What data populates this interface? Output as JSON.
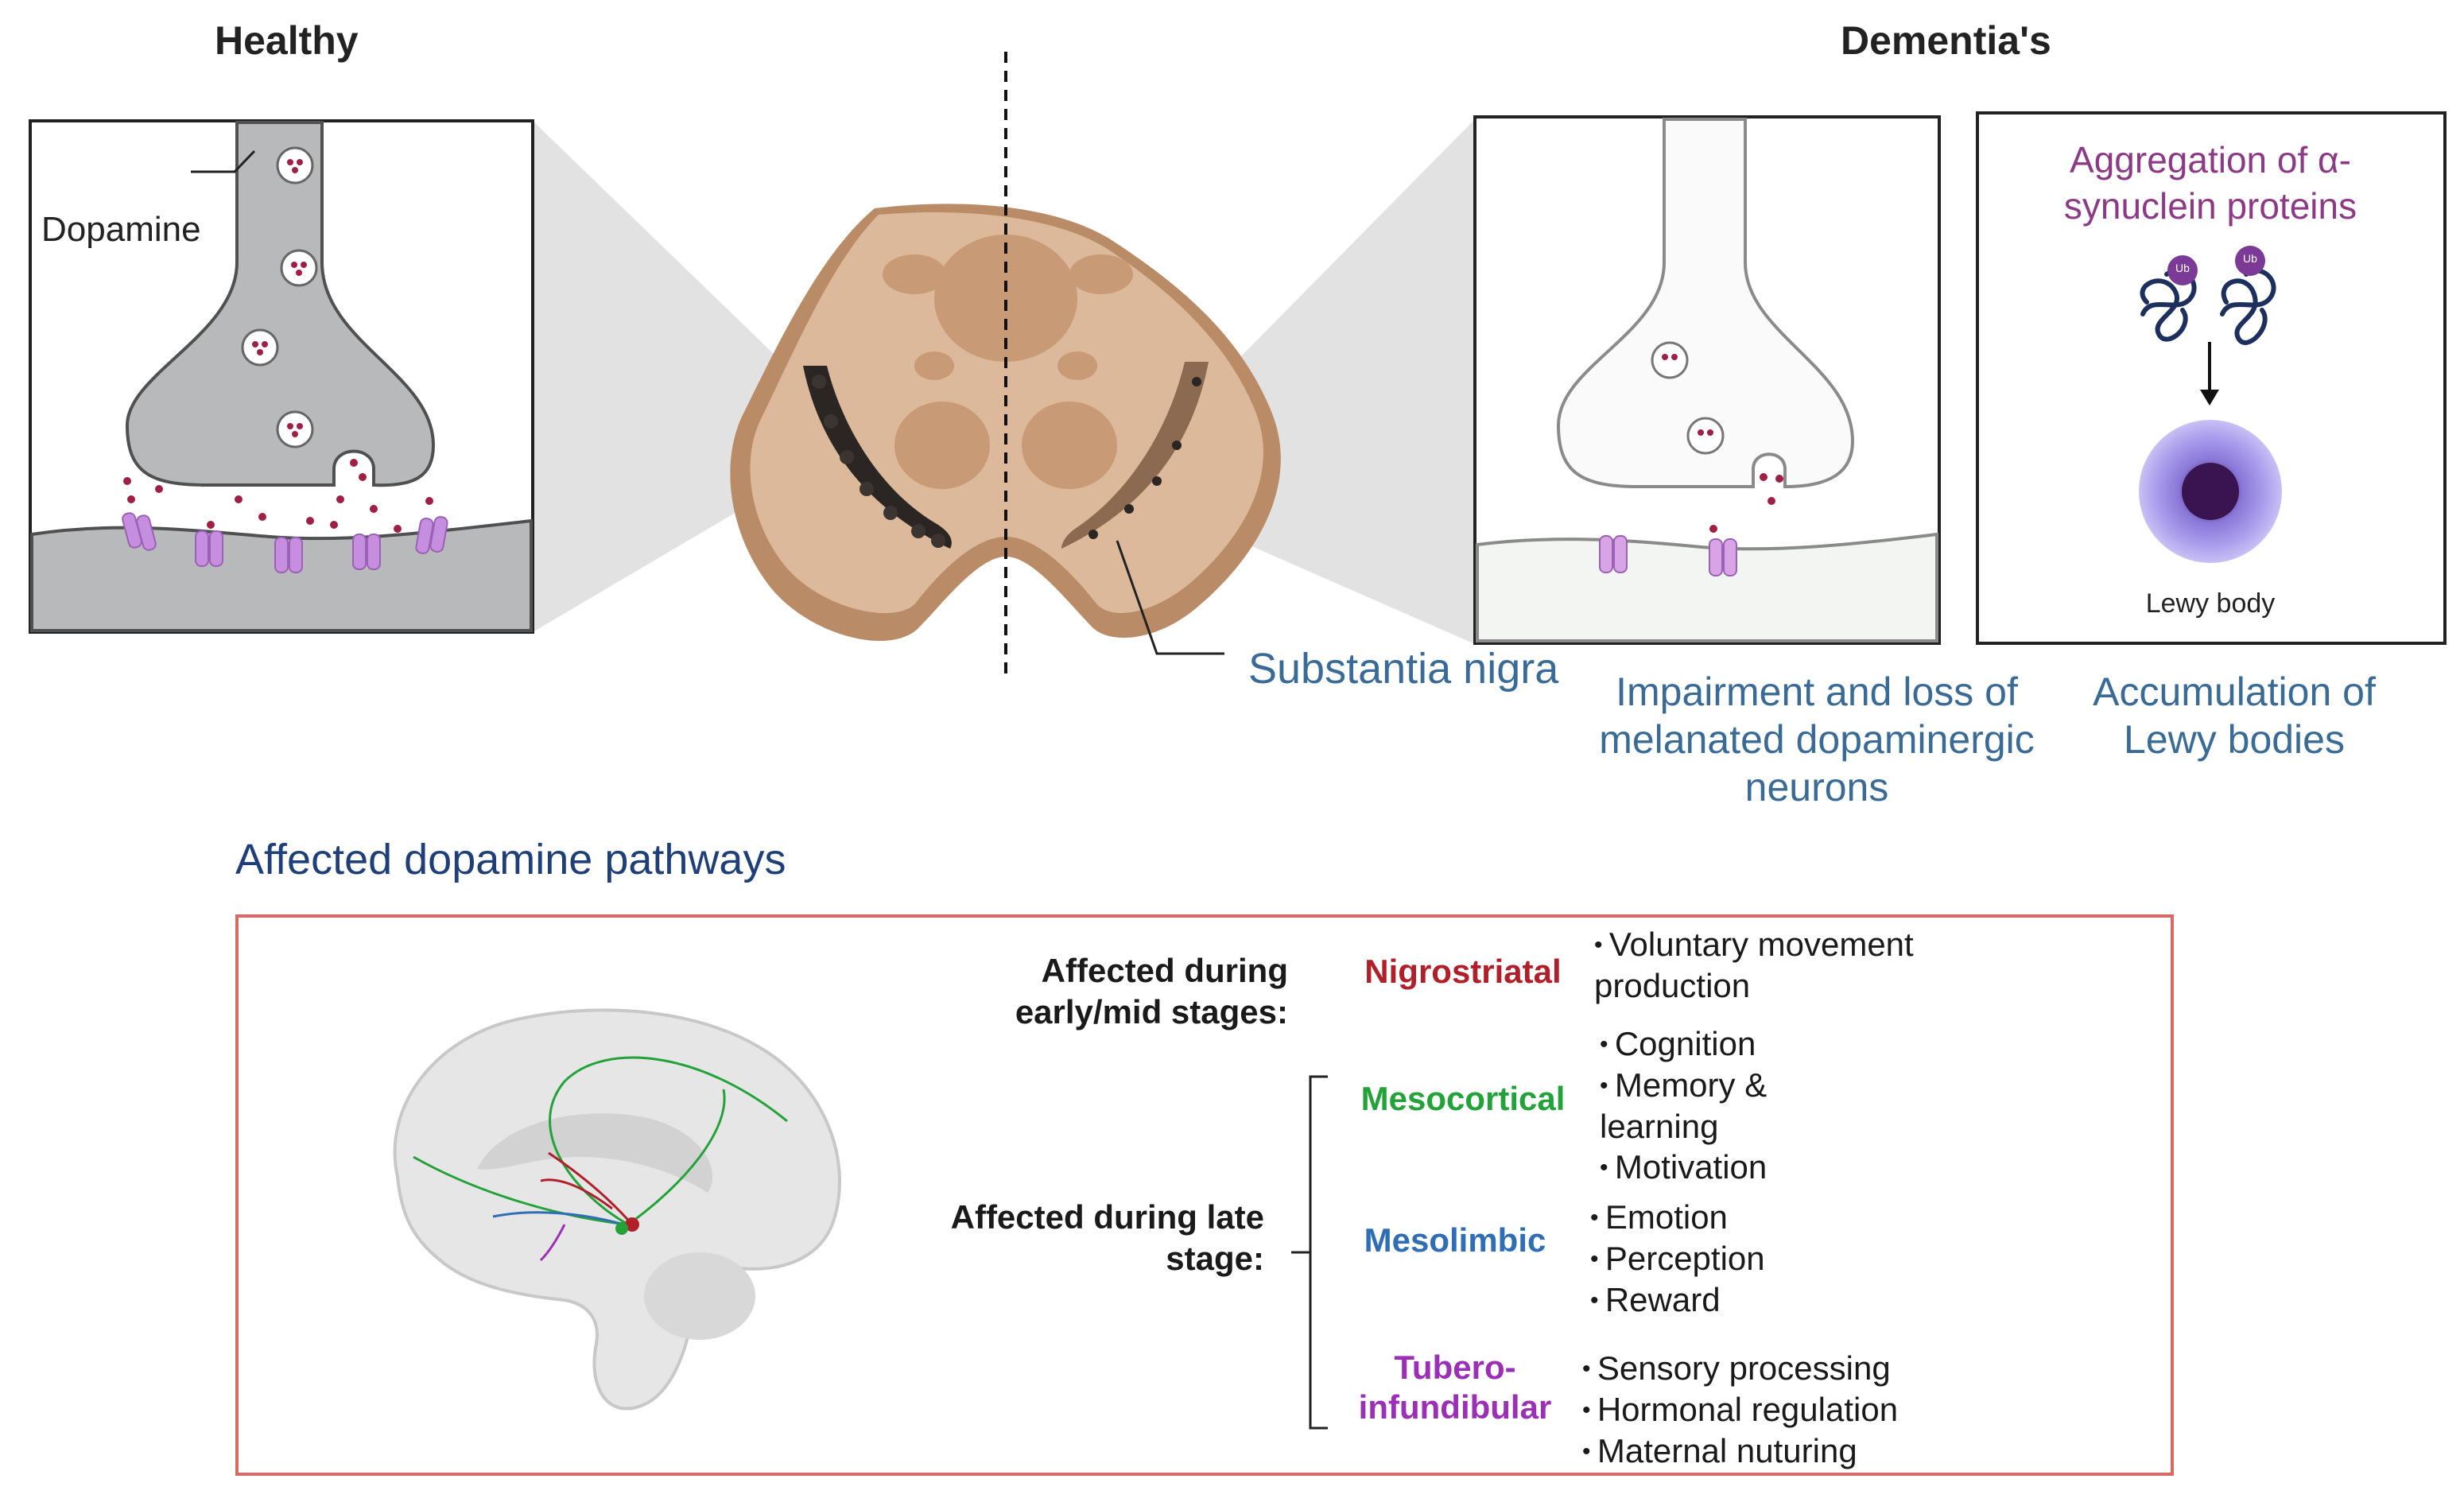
{
  "headings": {
    "healthy": "Healthy",
    "dementia": "Dementia's"
  },
  "synapse_labels": {
    "dopamine": "Dopamine"
  },
  "midbrain_labels": {
    "substantia_nigra": "Substantia nigra"
  },
  "lewy": {
    "aggregation": "Aggregation of α-synuclein proteins",
    "ub": "Ub",
    "lewy_body": "Lewy body"
  },
  "captions": {
    "impairment": "Impairment and loss of melanated dopaminergic neurons",
    "accumulation": "Accumulation of Lewy bodies"
  },
  "pathways_section": {
    "title": "Affected dopamine pathways",
    "stages": {
      "early": "Affected during early/mid stages:",
      "late": "Affected during late stage:"
    },
    "pathways": [
      {
        "name": "Nigrostriatal",
        "color": "#b0202a",
        "functions": [
          "Voluntary movement production"
        ]
      },
      {
        "name": "Mesocortical",
        "color": "#23a23a",
        "functions": [
          "Cognition",
          "Memory & learning",
          "Motivation"
        ]
      },
      {
        "name": "Mesolimbic",
        "color": "#2f6db5",
        "functions": [
          "Emotion",
          "Perception",
          "Reward"
        ]
      },
      {
        "name": "Tubero-infundibular",
        "color": "#9b2fb5",
        "functions": [
          "Sensory processing",
          "Hormonal regulation",
          "Maternal nuturing"
        ]
      }
    ]
  },
  "colors": {
    "accent_blue": "#3a6a96",
    "title_blue": "#1f3f78",
    "box_border_red": "#d86a66",
    "synuclein_purple": "#8c3a86",
    "vesicle_dot": "#a01f45",
    "receptor_purple": "#c78ee0"
  }
}
